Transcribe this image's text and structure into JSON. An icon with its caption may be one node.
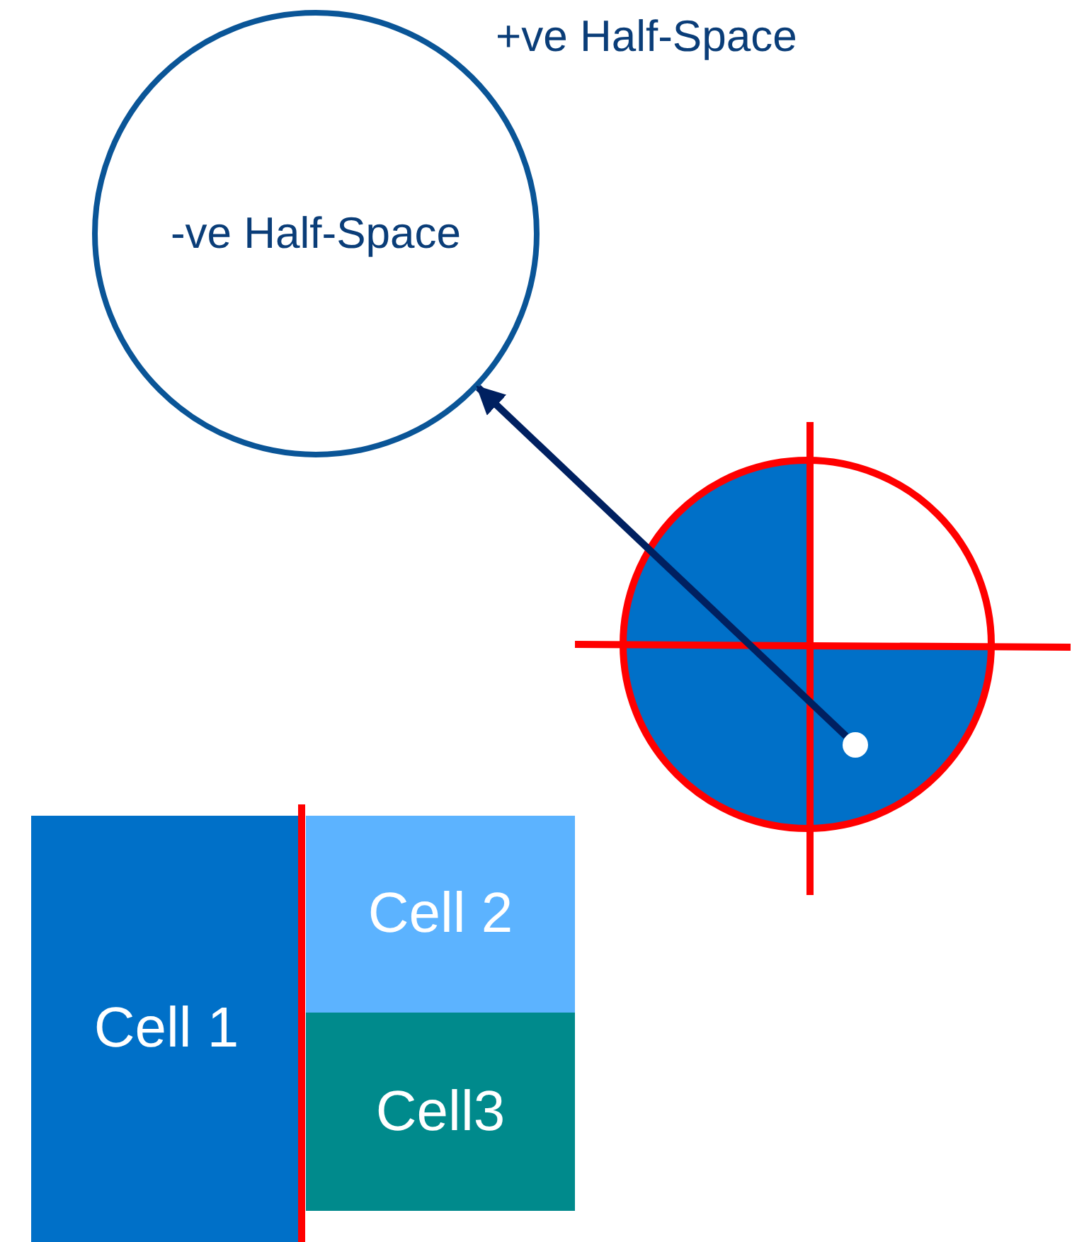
{
  "diagram": {
    "nodes": [
      {
        "text": [
          "-ve Half-Space"
        ]
      },
      {
        "text": [],
        "shape": "circle"
      },
      {
        "text": [
          "Cell 1"
        ]
      },
      {
        "text": [
          "Cell 2"
        ]
      },
      {
        "text": [
          "Cell3"
        ]
      }
    ],
    "edges": [
      {
        "from": 1,
        "to": 0,
        "arrow": "to"
      }
    ],
    "labels": [
      "+ve Half-Space"
    ]
  }
}
